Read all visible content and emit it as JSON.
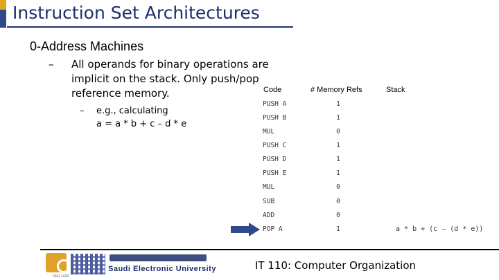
{
  "header": {
    "title": "Instruction Set Architectures"
  },
  "content": {
    "subtitle": "0-Address Machines",
    "bullet1": {
      "dash": "–",
      "text": "All operands for binary operations are implicit on the stack. Only push/pop reference memory."
    },
    "bullet2": {
      "dash": "–",
      "line1": "e.g., calculating",
      "line2": "a = a * b + c – d * e"
    }
  },
  "table": {
    "headers": {
      "code": "Code",
      "mem_refs": "# Memory Refs",
      "stack": "Stack"
    },
    "rows": [
      {
        "code": "PUSH A",
        "mem": "1",
        "stack": ""
      },
      {
        "code": "PUSH B",
        "mem": "1",
        "stack": ""
      },
      {
        "code": "MUL",
        "mem": "0",
        "stack": ""
      },
      {
        "code": "PUSH C",
        "mem": "1",
        "stack": ""
      },
      {
        "code": "PUSH D",
        "mem": "1",
        "stack": ""
      },
      {
        "code": "PUSH E",
        "mem": "1",
        "stack": ""
      },
      {
        "code": "MUL",
        "mem": "0",
        "stack": ""
      },
      {
        "code": "SUB",
        "mem": "0",
        "stack": ""
      },
      {
        "code": "ADD",
        "mem": "0",
        "stack": ""
      },
      {
        "code": "POP A",
        "mem": "1",
        "stack": "a * b + (c – (d * e))"
      }
    ],
    "arrow_icon": "right-arrow-icon",
    "arrow_color": "#2e4a8c"
  },
  "footer": {
    "logo_english": "Saudi Electronic University",
    "logo_years": "2011 1432",
    "course": "IT 110: Computer Organization"
  },
  "colors": {
    "title": "#1b2f6b",
    "accent_gold": "#e0a51e",
    "accent_blue": "#2e4a8c"
  }
}
